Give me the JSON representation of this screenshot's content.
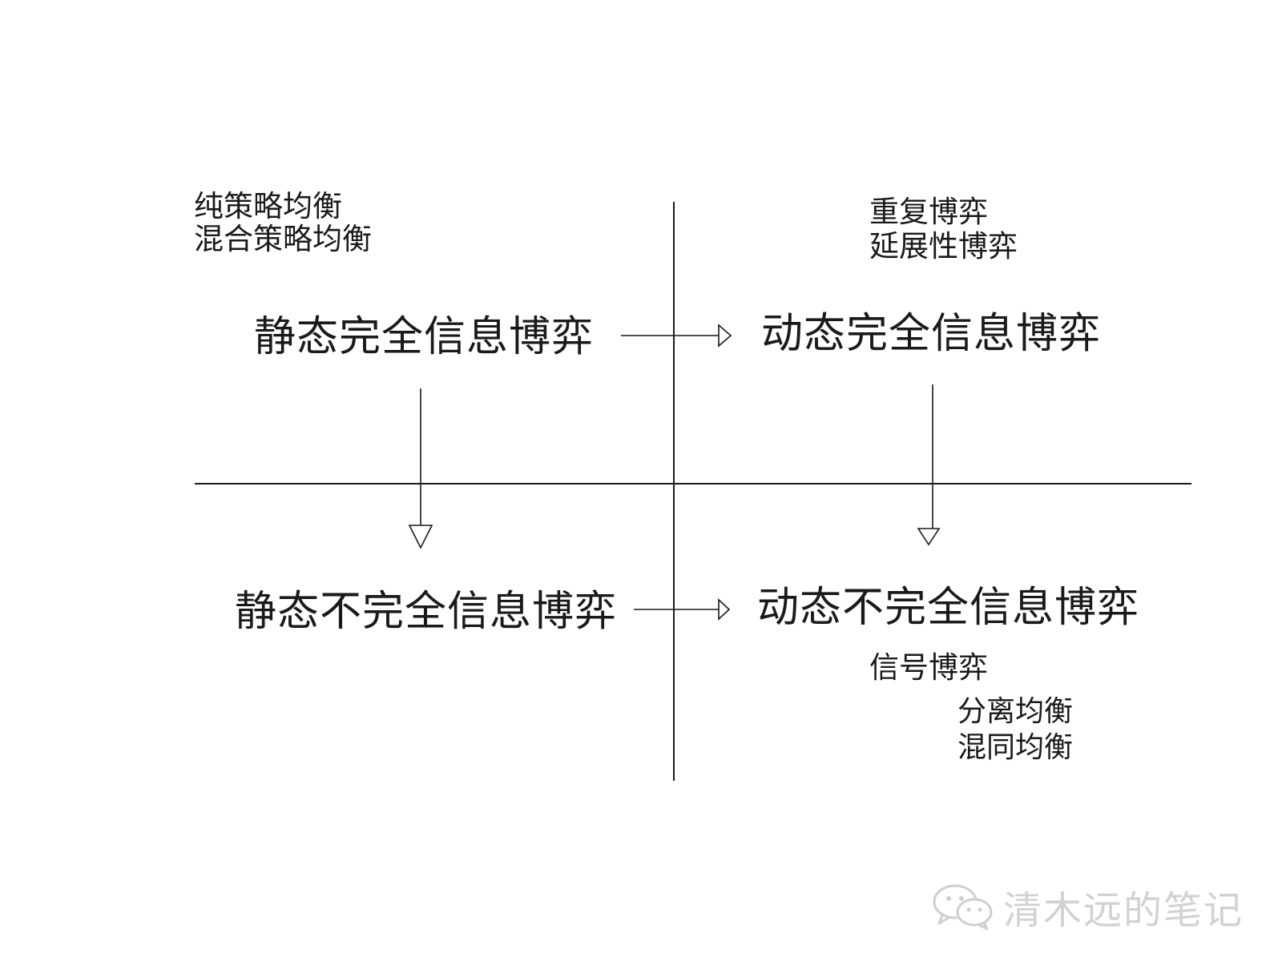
{
  "diagram": {
    "quadrants": {
      "top_left": {
        "title": "静态完全信息博弈",
        "notes": [
          "纯策略均衡",
          "混合策略均衡"
        ]
      },
      "top_right": {
        "title": "动态完全信息博弈",
        "notes": [
          "重复博弈",
          "延展性博弈"
        ]
      },
      "bottom_left": {
        "title": "静态不完全信息博弈"
      },
      "bottom_right": {
        "title": "动态不完全信息博弈",
        "notes": [
          "信号博弈"
        ],
        "sub_notes": [
          "分离均衡",
          "混同均衡"
        ]
      }
    },
    "line_color": "#1a1a1a"
  },
  "watermark": {
    "icon": "wechat-icon",
    "text": "清木远的笔记"
  }
}
